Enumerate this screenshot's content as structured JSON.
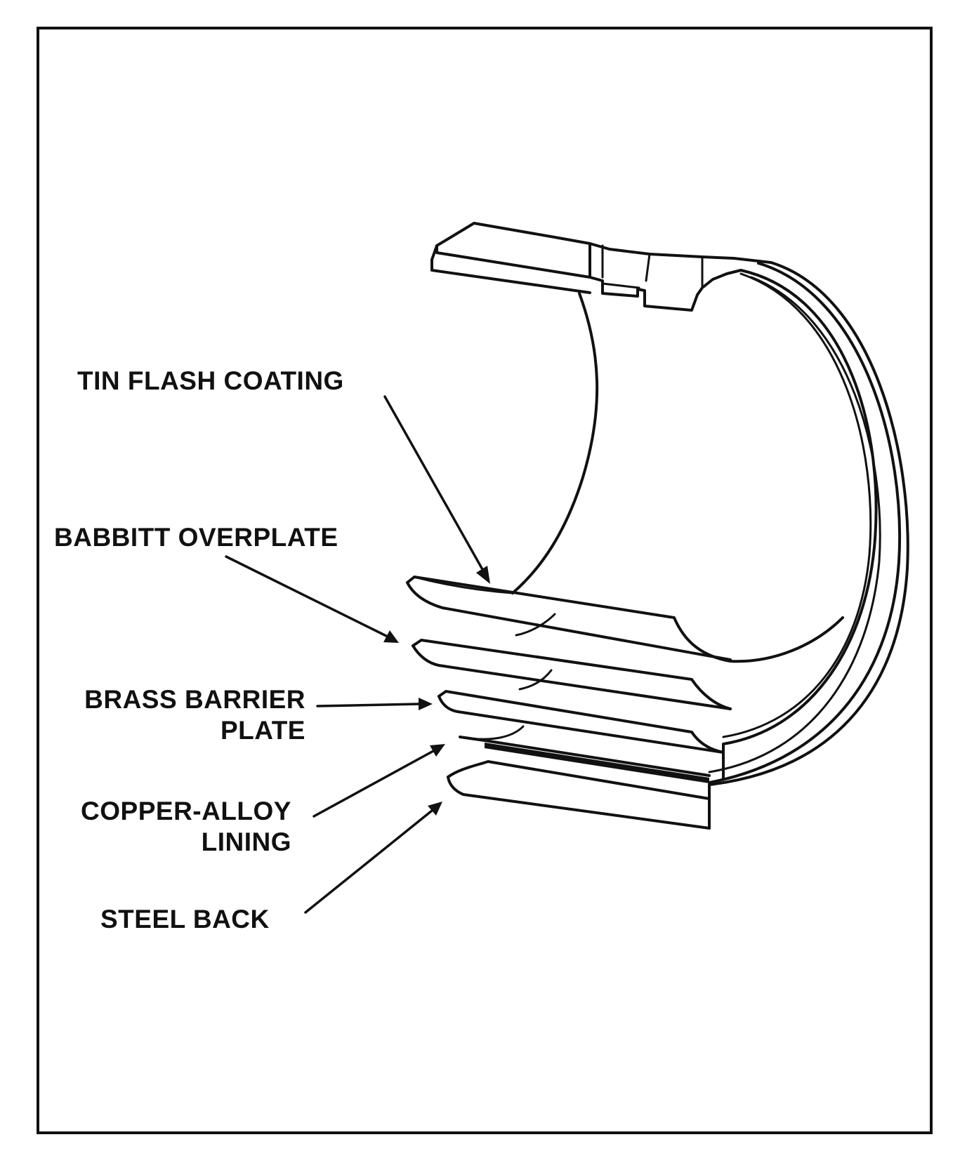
{
  "labels": {
    "tin_flash": "TIN FLASH COATING",
    "babbitt": "BABBITT OVERPLATE",
    "brass_line1": "BRASS BARRIER",
    "brass_line2": "PLATE",
    "copper_line1": "COPPER-ALLOY",
    "copper_line2": "LINING",
    "steel": "STEEL BACK"
  },
  "colors": {
    "ink": "#111111",
    "paper": "#ffffff"
  }
}
